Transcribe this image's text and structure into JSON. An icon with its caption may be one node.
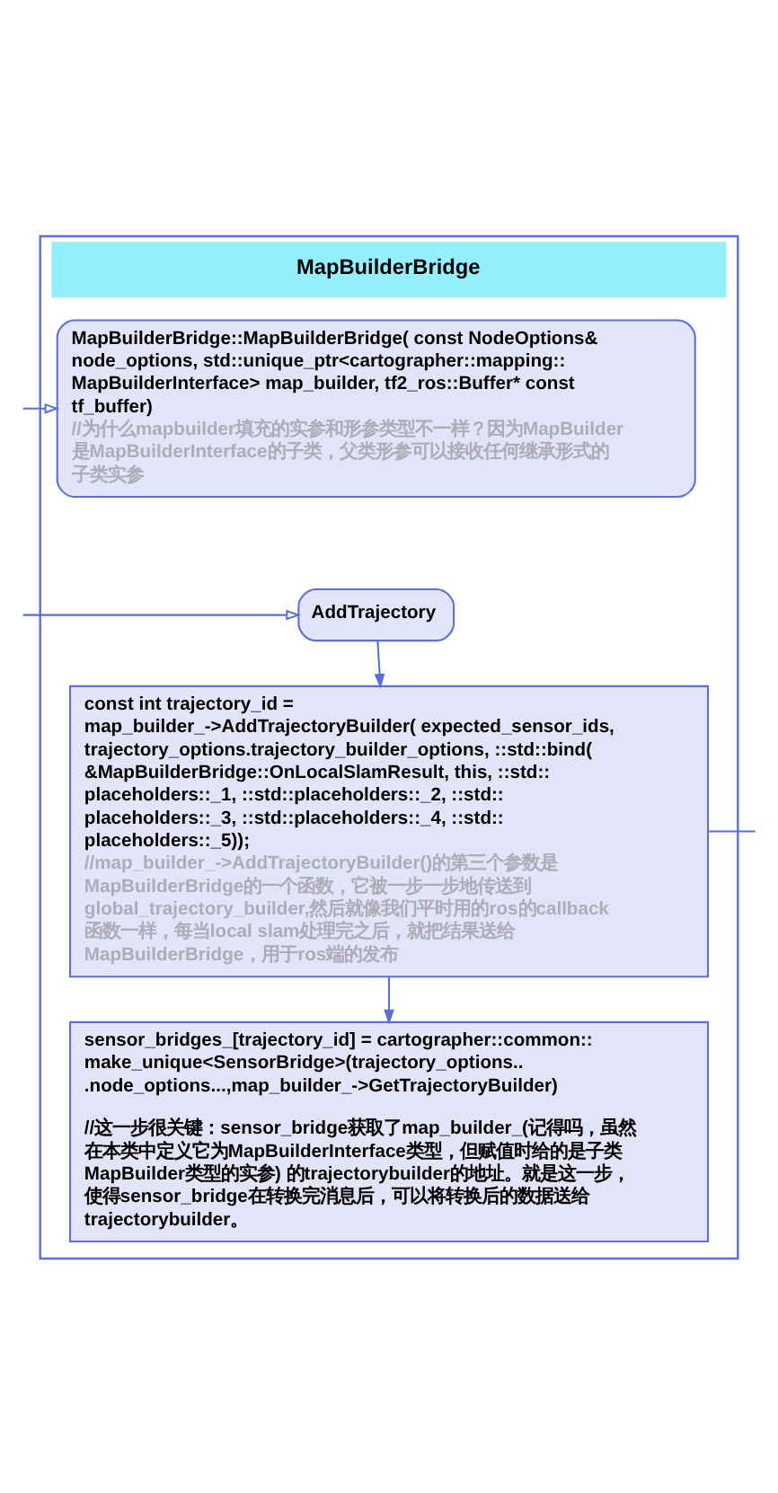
{
  "diagram": {
    "nodes": [
      {
        "text": [
          "MapBuilderBridge"
        ]
      },
      {
        "text": [
          "MapBuilderBridge::MapBuilderBridge( const NodeOptions& node_options, std::unique_ptr<cartographer::mapping::MapBuilderInterface> map_builder, tf2_ros::Buffer* const tf_buffer)",
          "//为什么mapbuilder填充的实参和形参类型不一样？因为MapBuilder是MapBuilderInterface的子类，父类形参可以接收任何继承形式的子类实参"
        ],
        "in": 0
      },
      {
        "text": [
          "AddTrajectory"
        ],
        "in": 0
      },
      {
        "text": [
          "const int trajectory_id = map_builder_->AddTrajectoryBuilder( expected_sensor_ids, trajectory_options.trajectory_builder_options, ::std::bind(&MapBuilderBridge::OnLocalSlamResult, this, ::std::placeholders::_1, ::std::placeholders::_2, ::std::placeholders::_3, ::std::placeholders::_4, ::std::placeholders::_5));",
          "//map_builder_->AddTrajectoryBuilder()的第三个参数是MapBuilderBridge的一个函数，它被一步一步地传送到global_trajectory_builder,然后就像我们平时用的ros的callback函数一样，每当local slam处理完之后，就把结果送给MapBuilderBridge，用于ros端的发布"
        ],
        "in": 0
      },
      {
        "text": [
          "sensor_bridges_[trajectory_id] = cartographer::common::make_unique<SensorBridge>(trajectory_options.. .node_options...,map_builder_->GetTrajectoryBuilder)",
          "//这一步很关键：sensor_bridge获取了map_builder_(记得吗，虽然在本类中定义它为MapBuilderInterface类型，但赋值时给的是子类MapBuilder类型的实参) 的trajectorybuilder的地址。就是这一步，使得sensor_bridge在转换完消息后，可以将转换后的数据送给trajectorybuilder。"
        ],
        "in": 0
      }
    ],
    "edges": [
      {
        "from": null,
        "to": 1,
        "arrow": "to"
      },
      {
        "from": null,
        "to": 2,
        "arrow": "to"
      },
      {
        "from": 2,
        "to": 3,
        "arrow": "to"
      },
      {
        "from": 3,
        "to": 4,
        "arrow": "to"
      },
      {
        "from": 3,
        "to": null,
        "arrow": "none"
      }
    ]
  }
}
